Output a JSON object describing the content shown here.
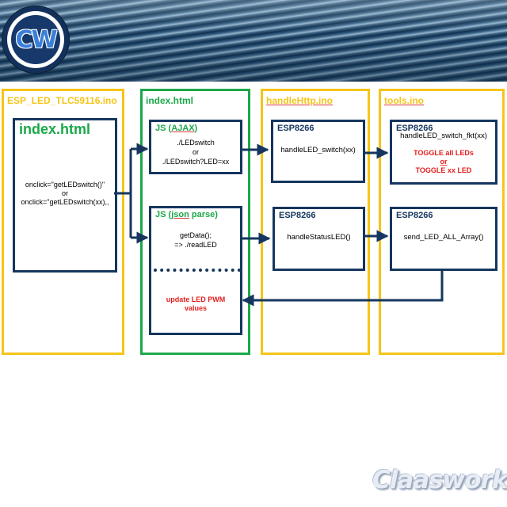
{
  "logo": {
    "initials": "CW"
  },
  "watermark": "Claasworks",
  "columns": {
    "ino": {
      "title": "ESP_LED_TLC59116.ino"
    },
    "html": {
      "title": "index.html"
    },
    "http": {
      "title": "handleHttp.ino"
    },
    "tools": {
      "title": "tools.ino"
    }
  },
  "ino_box": {
    "title": "index.html",
    "line1": "onclick=\"getLEDswitch()\"",
    "line2": "or",
    "line3": "onclick=\"getLEDswitch(xx),,"
  },
  "ajax_box": {
    "title_prefix": "JS (",
    "title_keyword": "AJAX",
    "title_suffix": ")",
    "line1": "./LEDswitch",
    "line2": "or",
    "line3": "./LEDswitch?LED=xx"
  },
  "json_box": {
    "title_prefix": "JS (",
    "title_keyword": "json",
    "title_suffix": " parse)",
    "line1": "getData();",
    "line2": "=> ./readLED",
    "line3": "update LED PWM",
    "line4": "values"
  },
  "http_switch_box": {
    "title": "ESP8266",
    "line1": "handleLED_switch(xx)"
  },
  "http_status_box": {
    "title": "ESP8266",
    "line1": "handleStatusLED()"
  },
  "tools_switch_box": {
    "title": "ESP8266",
    "line1": "handleLED_switch_fkt(xx)",
    "line2": "TOGGLE all LEDs",
    "line3": "or",
    "line4": "TOGGLE xx LED"
  },
  "tools_send_box": {
    "title": "ESP8266",
    "line1": "send_LED_ALL_Array()"
  },
  "colors": {
    "yellow_border": "#f5c518",
    "green_border": "#1ba84a",
    "navy": "#15365e",
    "red": "#e41e1e"
  }
}
